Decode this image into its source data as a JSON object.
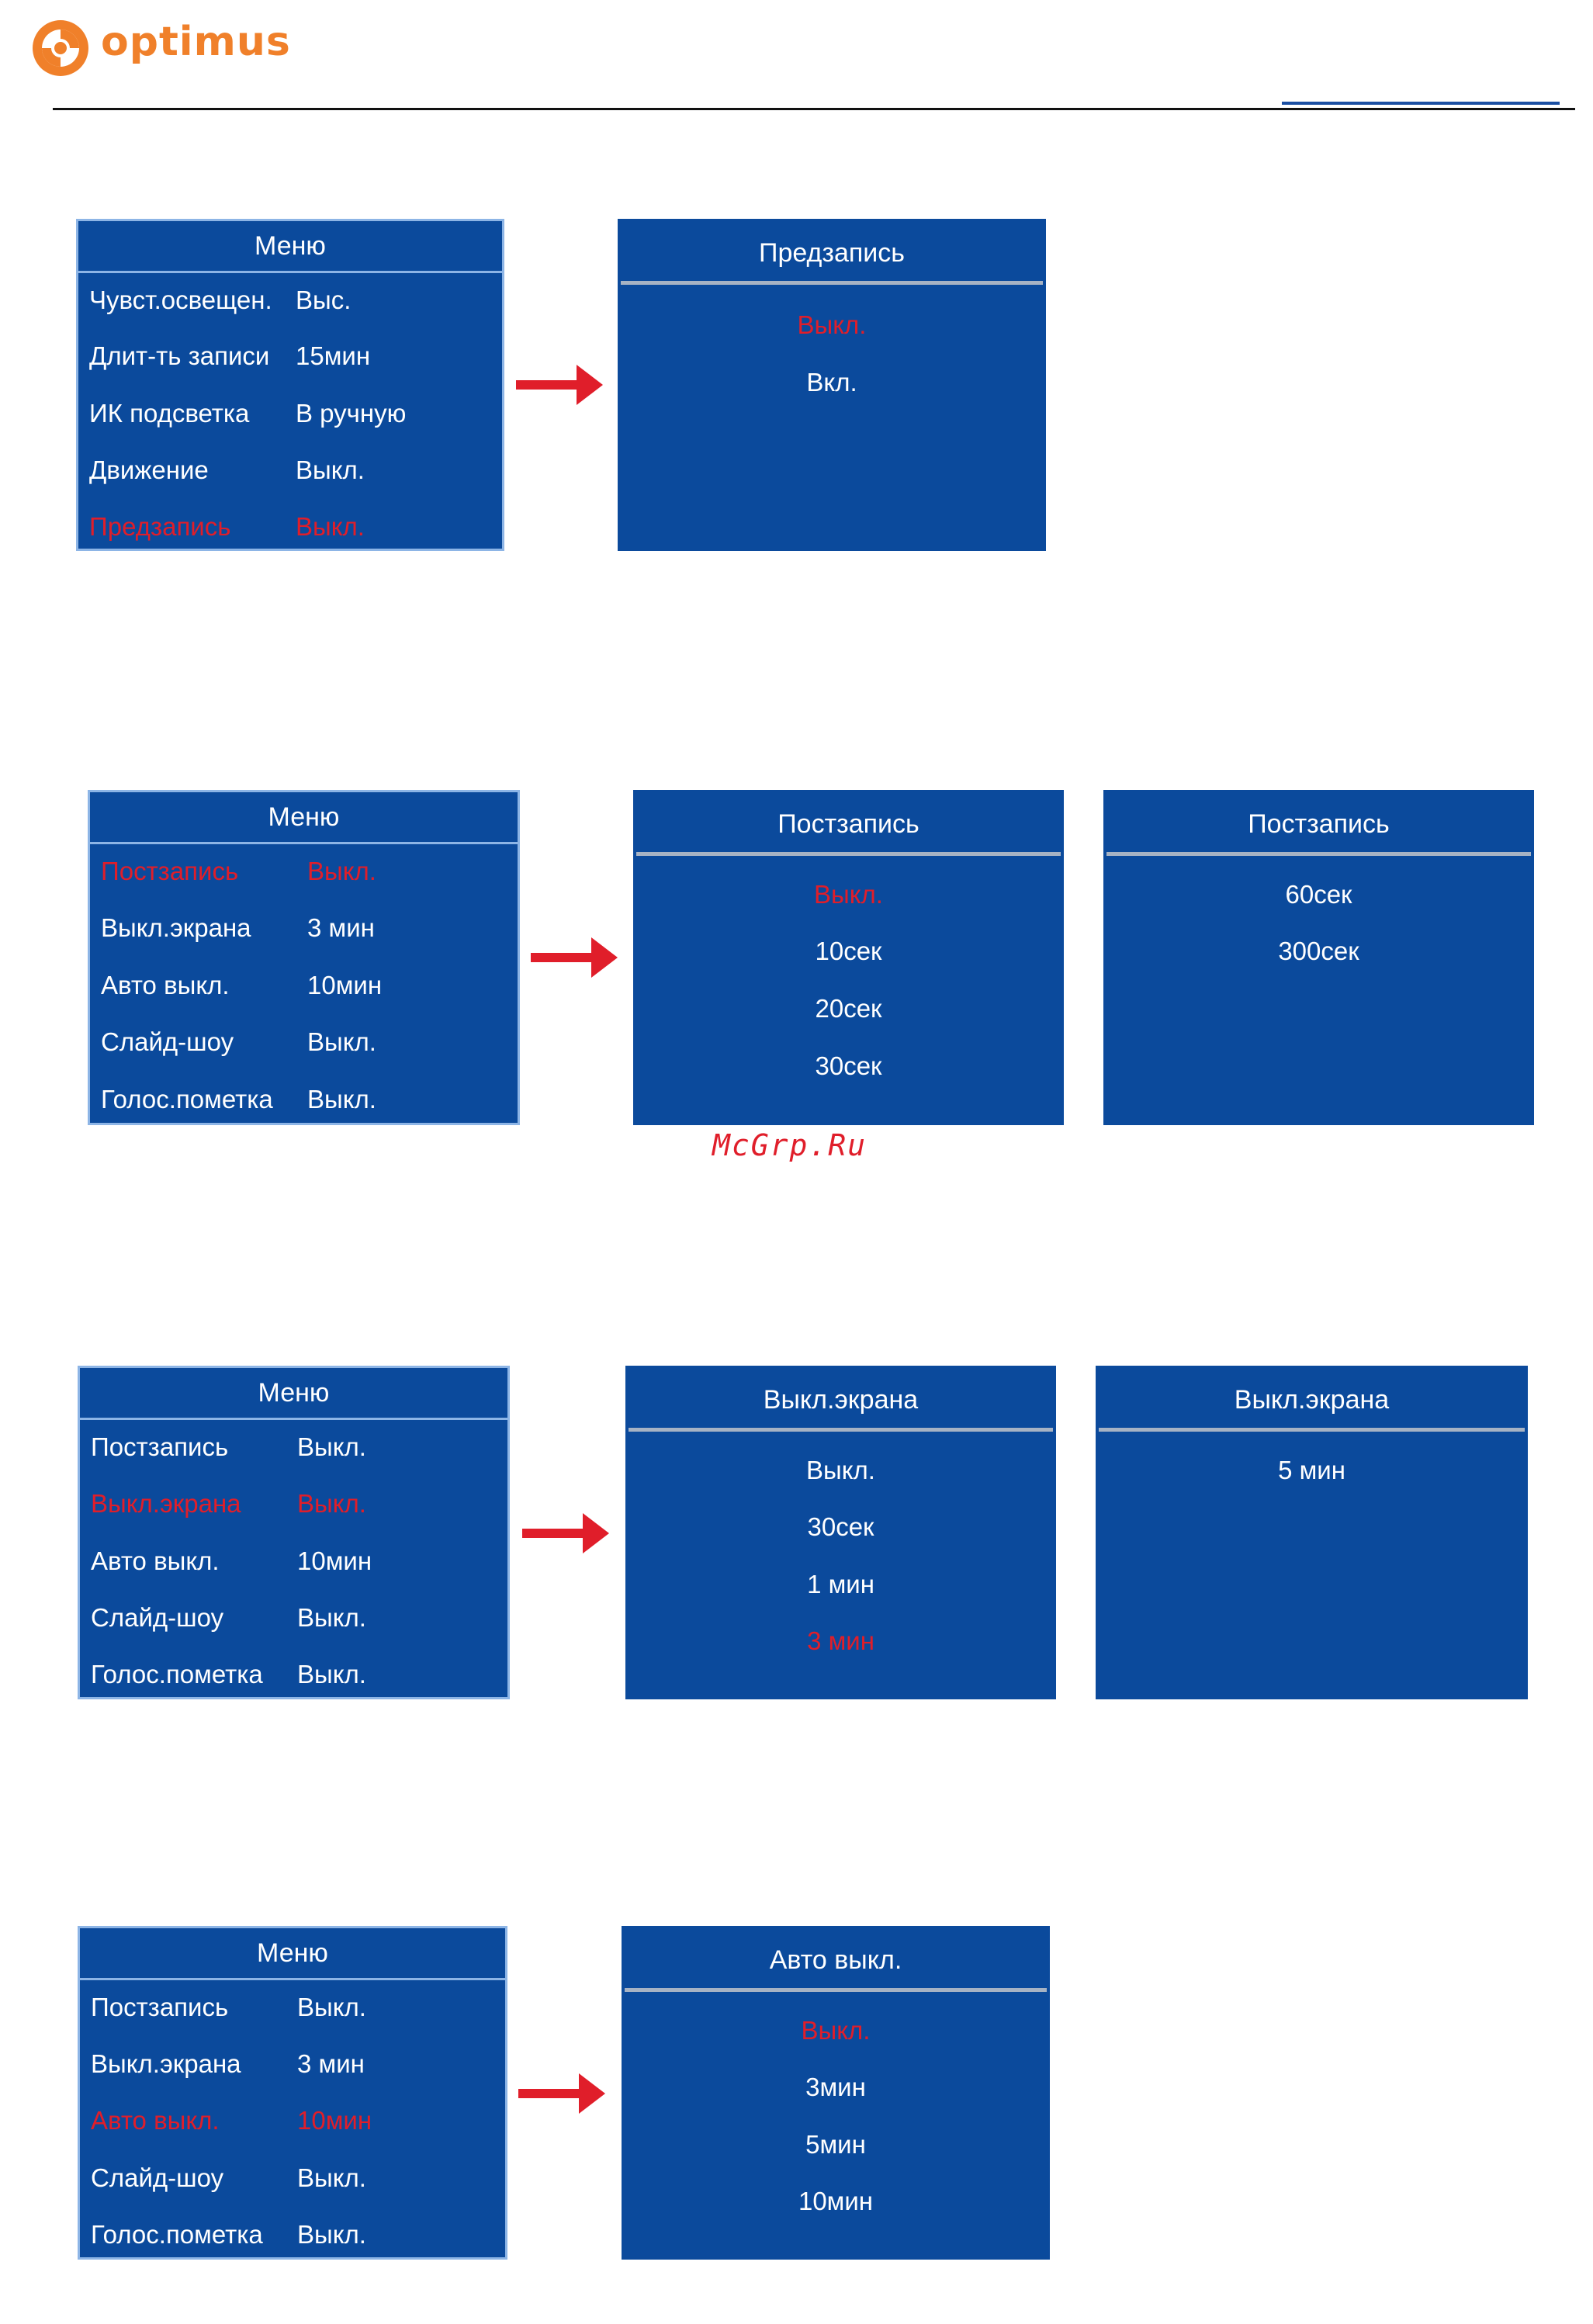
{
  "header": {
    "logo_text": "optimus",
    "brand_color": "#f0802a"
  },
  "colors": {
    "panel_bg": "#0b4a9c",
    "selected": "#e01e2a",
    "border": "#8db5e6"
  },
  "watermark": "McGrp.Ru",
  "section1": {
    "menu": {
      "title": "Меню",
      "rows": [
        {
          "label": "Чувст.освещен.",
          "value": "Выс.",
          "selected": false
        },
        {
          "label": "Длит-ть записи",
          "value": "15мин",
          "selected": false
        },
        {
          "label": "ИК подсветка",
          "value": "В ручную",
          "selected": false
        },
        {
          "label": "Движение",
          "value": "Выкл.",
          "selected": false
        },
        {
          "label": "Предзапись",
          "value": "Выкл.",
          "selected": true
        }
      ]
    },
    "options": {
      "title": "Предзапись",
      "items": [
        "Выкл.",
        "Вкл."
      ],
      "selected_index": 0
    }
  },
  "section2": {
    "menu": {
      "title": "Меню",
      "rows": [
        {
          "label": "Постзапись",
          "value": "Выкл.",
          "selected": true
        },
        {
          "label": "Выкл.экрана",
          "value": "3 мин",
          "selected": false
        },
        {
          "label": "Авто выкл.",
          "value": "10мин",
          "selected": false
        },
        {
          "label": "Слайд-шоу",
          "value": "Выкл.",
          "selected": false
        },
        {
          "label": "Голос.пометка",
          "value": "Выкл.",
          "selected": false
        }
      ]
    },
    "options1": {
      "title": "Постзапись",
      "items": [
        "Выкл.",
        "10сек",
        "20сек",
        "30сек"
      ],
      "selected_index": 0
    },
    "options2": {
      "title": "Постзапись",
      "items": [
        "60сек",
        "300сек"
      ]
    }
  },
  "section3": {
    "menu": {
      "title": "Меню",
      "rows": [
        {
          "label": "Постзапись",
          "value": "Выкл.",
          "selected": false
        },
        {
          "label": "Выкл.экрана",
          "value": "Выкл.",
          "selected": true
        },
        {
          "label": "Авто выкл.",
          "value": "10мин",
          "selected": false
        },
        {
          "label": "Слайд-шоу",
          "value": "Выкл.",
          "selected": false
        },
        {
          "label": "Голос.пометка",
          "value": "Выкл.",
          "selected": false
        }
      ]
    },
    "options1": {
      "title": "Выкл.экрана",
      "items": [
        "Выкл.",
        "30сек",
        "1 мин",
        "3 мин"
      ],
      "selected_index": 3
    },
    "options2": {
      "title": "Выкл.экрана",
      "items": [
        "5 мин"
      ]
    }
  },
  "section4": {
    "menu": {
      "title": "Меню",
      "rows": [
        {
          "label": "Постзапись",
          "value": "Выкл.",
          "selected": false
        },
        {
          "label": "Выкл.экрана",
          "value": "3 мин",
          "selected": false
        },
        {
          "label": "Авто выкл.",
          "value": "10мин",
          "selected": true
        },
        {
          "label": "Слайд-шоу",
          "value": "Выкл.",
          "selected": false
        },
        {
          "label": "Голос.пометка",
          "value": "Выкл.",
          "selected": false
        }
      ]
    },
    "options": {
      "title": "Авто выкл.",
      "items": [
        "Выкл.",
        "3мин",
        "5мин",
        "10мин"
      ],
      "selected_index": 0
    }
  }
}
